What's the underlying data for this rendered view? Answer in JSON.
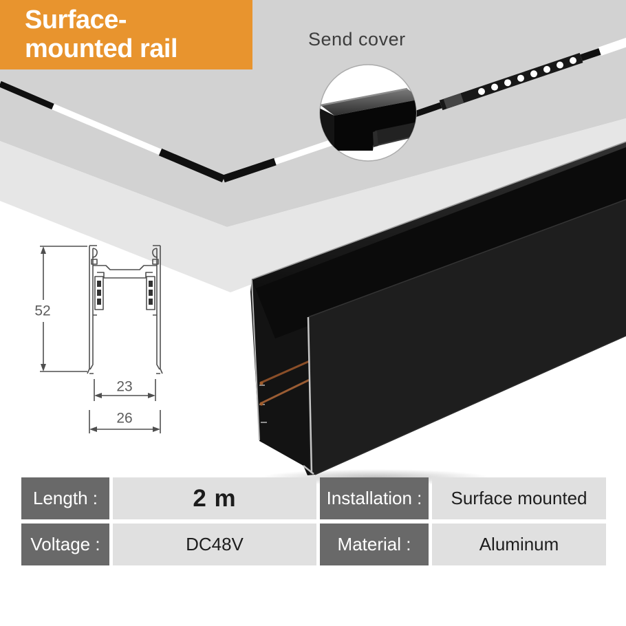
{
  "banner": {
    "line1": "Surface-",
    "line2": "mounted rail"
  },
  "callout": {
    "label": "Send cover"
  },
  "drawing": {
    "height_label": "52",
    "inner_width_label": "23",
    "outer_width_label": "26"
  },
  "spec_table": {
    "rows": [
      {
        "label": "Length :",
        "value": "2 m"
      },
      {
        "label": "Voltage :",
        "value": "DC48V"
      },
      {
        "label": "Installation :",
        "value": "Surface mounted"
      },
      {
        "label": "Material :",
        "value": "Aluminum"
      }
    ]
  },
  "colors": {
    "accent_orange": "#e8942e",
    "ceiling_gray": "#d2d2d2",
    "wall_gray": "#e4e4e4",
    "table_label_gray": "#696969",
    "table_value_gray": "#e0e0e0",
    "rail_black": "#141414",
    "copper": "#9a5c33"
  }
}
